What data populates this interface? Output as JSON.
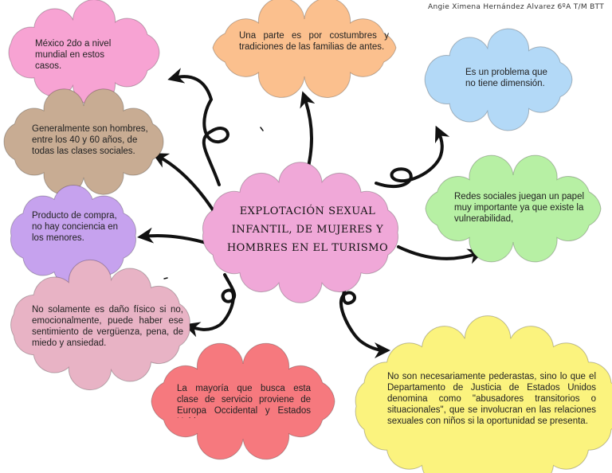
{
  "author": "Angie Ximena Hernández Alvarez 6ºA T/M BTT",
  "central": {
    "title": "Explotación sexual infantil, de mujeres y hombres en el turismo",
    "fill": "#f0a8d8"
  },
  "nodes": [
    {
      "id": "mexico",
      "text": "México 2do a nivel mundial en estos casos.",
      "fill": "#f7a3d3"
    },
    {
      "id": "costumbres",
      "text": "Una parte es por costumbres y tradiciones de las familias de antes.",
      "fill": "#fbc08e"
    },
    {
      "id": "dimension",
      "text": "Es un problema que no tiene dimensión.",
      "fill": "#b3d9f7"
    },
    {
      "id": "hombres",
      "text": "Generalmente son hombres, entre los 40 y 60 años, de todas las clases sociales.",
      "fill": "#c8ac93"
    },
    {
      "id": "redes",
      "text": "Redes sociales juegan un papel muy importante ya que existe la vulnerabilidad,",
      "fill": "#b7f0a4"
    },
    {
      "id": "compra",
      "text": "Producto de compra, no hay conciencia en los menores.",
      "fill": "#c6a2ee"
    },
    {
      "id": "dano",
      "text": "No solamente es daño físico si no, emocionalmente, puede haber ese sentimiento de vergüenza, pena, de miedo y ansiedad.",
      "fill": "#e8b3c5"
    },
    {
      "id": "mayoria",
      "text": "La mayoría que busca esta clase de servicio proviene de Europa Occidental y Estados Unidos.",
      "fill": "#f6797e"
    },
    {
      "id": "pederastas",
      "text": "No son necesariamente pederastas, sino lo que el Departamento de Justicia de Estados Unidos denomina como \"abusadores transitorios o situacionales\", que se involucran en las relaciones sexuales con niños si la oportunidad se presenta.",
      "fill": "#fbf37e"
    }
  ]
}
